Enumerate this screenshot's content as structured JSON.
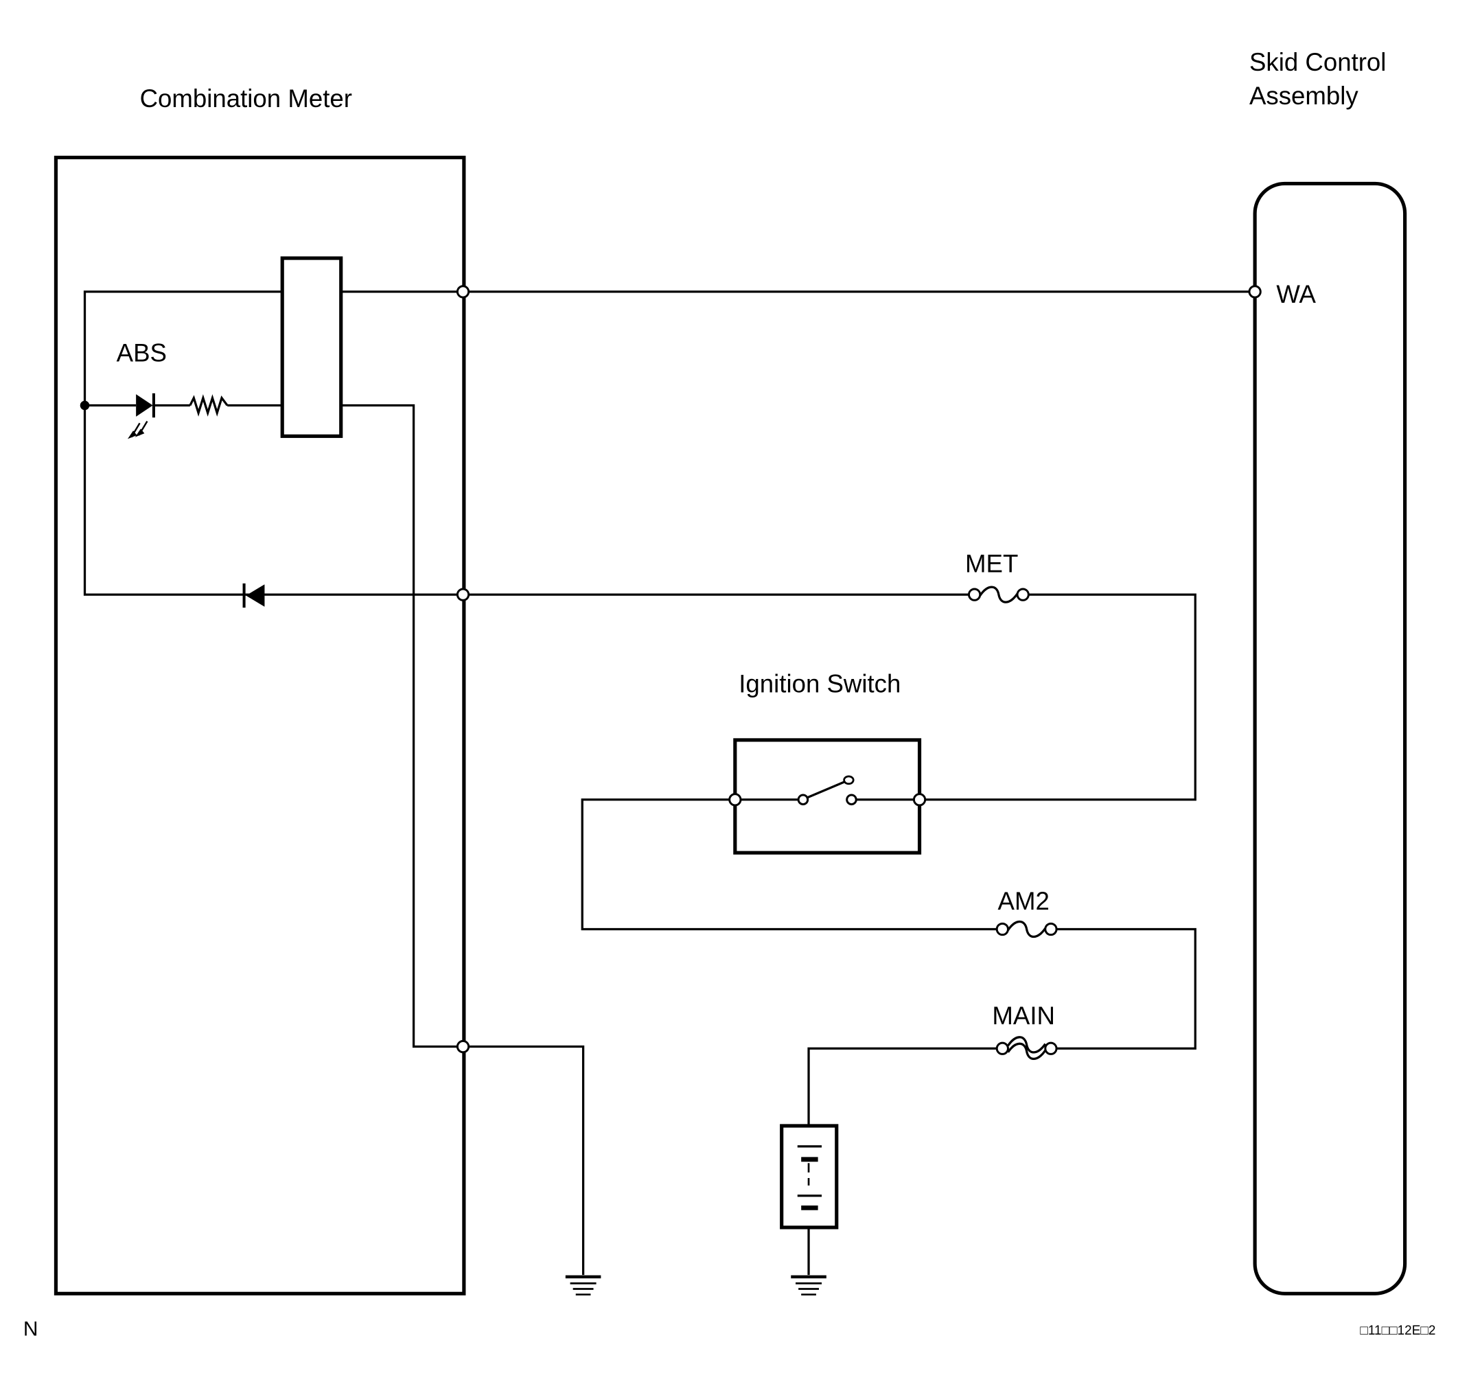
{
  "diagram": {
    "components": {
      "combination_meter": "Combination Meter",
      "skid_control_line1": "Skid Control",
      "skid_control_line2": "Assembly",
      "ignition_switch": "Ignition Switch"
    },
    "labels": {
      "abs_indicator": "ABS",
      "terminal_wa": "WA",
      "fuse_met": "MET",
      "fuse_am2": "AM2",
      "fuse_main": "MAIN"
    },
    "corner_mark": "N",
    "figure_code": "□11□□12E□2"
  }
}
